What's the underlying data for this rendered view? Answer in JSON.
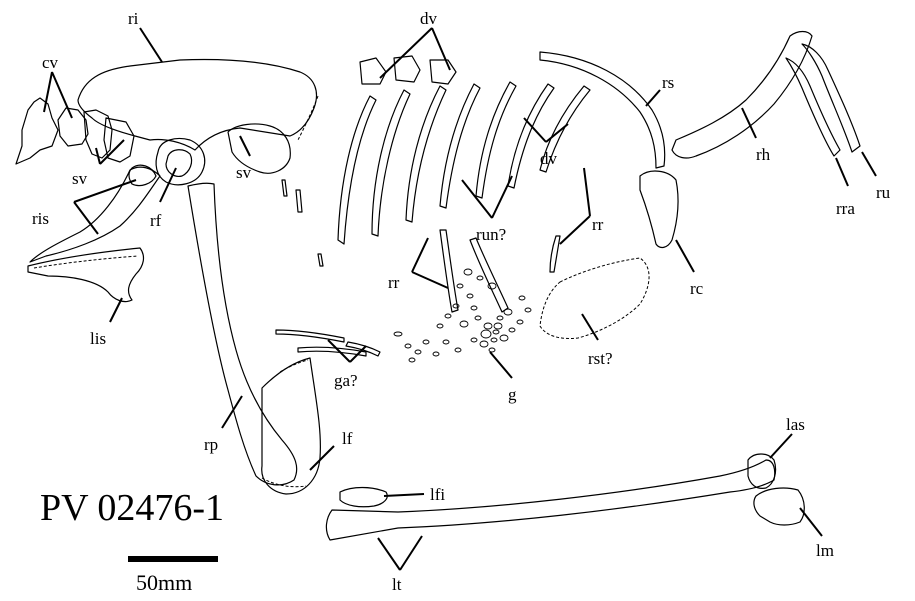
{
  "figure": {
    "specimen_id": "PV 02476-1",
    "scale_bar_label": "50mm",
    "labels": {
      "ri": "ri",
      "cv": "cv",
      "dv_top": "dv",
      "dv_mid": "dv",
      "rs": "rs",
      "sv_left": "sv",
      "sv_right": "sv",
      "ris": "ris",
      "rf": "rf",
      "run": "run?",
      "rr_left": "rr",
      "rr_right": "rr",
      "rh": "rh",
      "rra": "rra",
      "ru": "ru",
      "rc": "rc",
      "lis": "lis",
      "rst": "rst?",
      "ga": "ga?",
      "g": "g",
      "rp": "rp",
      "lf": "lf",
      "las": "las",
      "lfi": "lfi",
      "lm": "lm",
      "lt": "lt"
    }
  }
}
